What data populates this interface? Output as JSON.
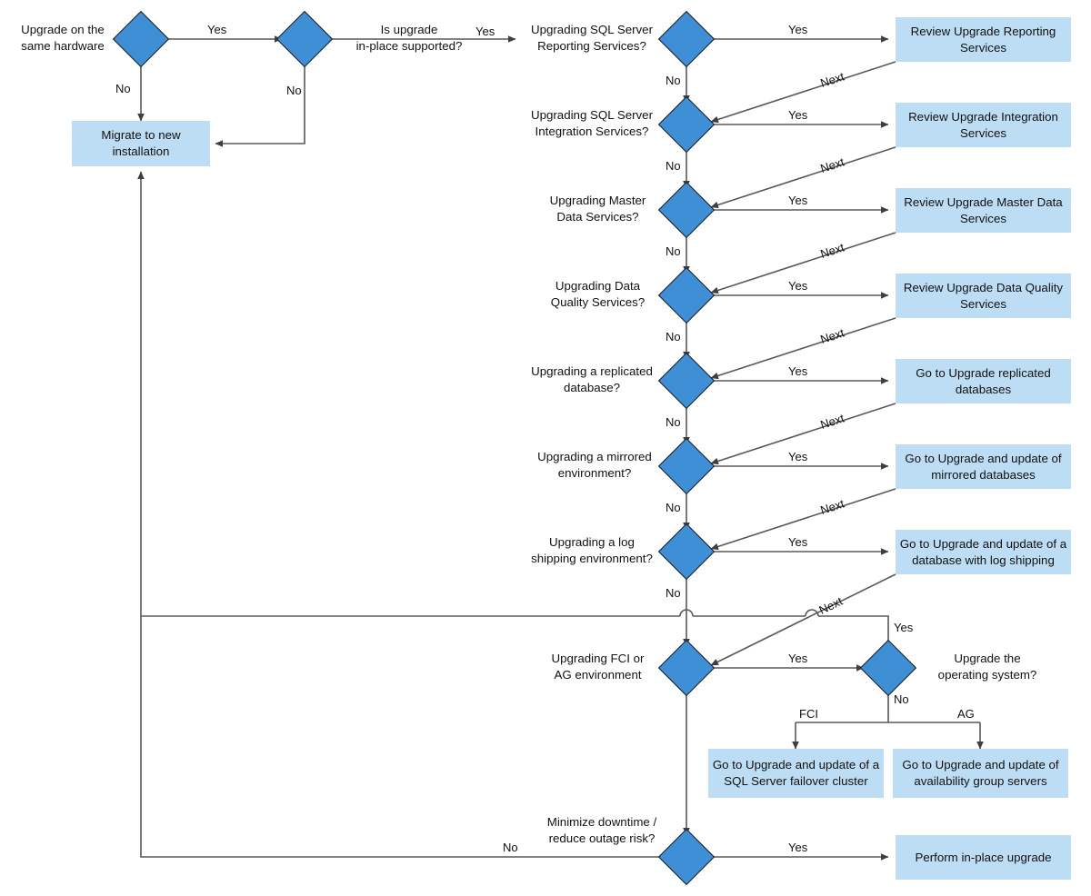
{
  "diagram": {
    "title": "SQL Server upgrade decision flowchart",
    "colors": {
      "decision_fill": "#3f8fd6",
      "decision_stroke": "#1a1a1a",
      "action_fill": "#bdddf4",
      "line": "#595959",
      "text": "#111111",
      "background": "#ffffff"
    }
  },
  "decisions": [
    {
      "id": "same-hardware",
      "label": "Upgrade on the\nsame hardware"
    },
    {
      "id": "in-place-supported",
      "label": "Is upgrade\nin-place supported?"
    },
    {
      "id": "ssrs",
      "label": "Upgrading SQL Server\nReporting Services?"
    },
    {
      "id": "ssis",
      "label": "Upgrading SQL Server\nIntegration Services?"
    },
    {
      "id": "mds",
      "label": "Upgrading Master\nData Services?"
    },
    {
      "id": "dqs",
      "label": "Upgrading Data\nQuality Services?"
    },
    {
      "id": "replicated",
      "label": "Upgrading a replicated\ndatabase?"
    },
    {
      "id": "mirrored",
      "label": "Upgrading a mirrored\nenvironment?"
    },
    {
      "id": "log-shipping",
      "label": "Upgrading a log\nshipping environment?"
    },
    {
      "id": "fci-ag",
      "label": "Upgrading FCI or\nAG environment"
    },
    {
      "id": "upgrade-os",
      "label": "Upgrade the\noperating system?"
    },
    {
      "id": "minimize-downtime",
      "label": "Minimize downtime /\nreduce outage risk?"
    }
  ],
  "actions": [
    {
      "id": "migrate-new-install",
      "label": "Migrate to\nnew installation"
    },
    {
      "id": "review-ssrs",
      "label": "Review Upgrade\nReporting Services"
    },
    {
      "id": "review-ssis",
      "label": "Review Upgrade\nIntegration Services"
    },
    {
      "id": "review-mds",
      "label": "Review Upgrade Master\nData Services"
    },
    {
      "id": "review-dqs",
      "label": "Review Upgrade Data\nQuality Services"
    },
    {
      "id": "goto-replicated",
      "label": "Go to Upgrade\nreplicated databases"
    },
    {
      "id": "goto-mirrored",
      "label": "Go to Upgrade and update\nof mirrored databases"
    },
    {
      "id": "goto-log-shipping",
      "label": "Go to Upgrade and update of\na database with log shipping"
    },
    {
      "id": "goto-failover-cluster",
      "label": "Go to Upgrade and update of\na SQL Server failover cluster"
    },
    {
      "id": "goto-availability-grp",
      "label": "Go to Upgrade and update of\navailability group servers"
    },
    {
      "id": "perform-in-place",
      "label": "Perform in-place upgrade"
    }
  ],
  "edge_labels": {
    "yes": "Yes",
    "no": "No",
    "next": "Next",
    "fci": "FCI",
    "ag": "AG"
  }
}
